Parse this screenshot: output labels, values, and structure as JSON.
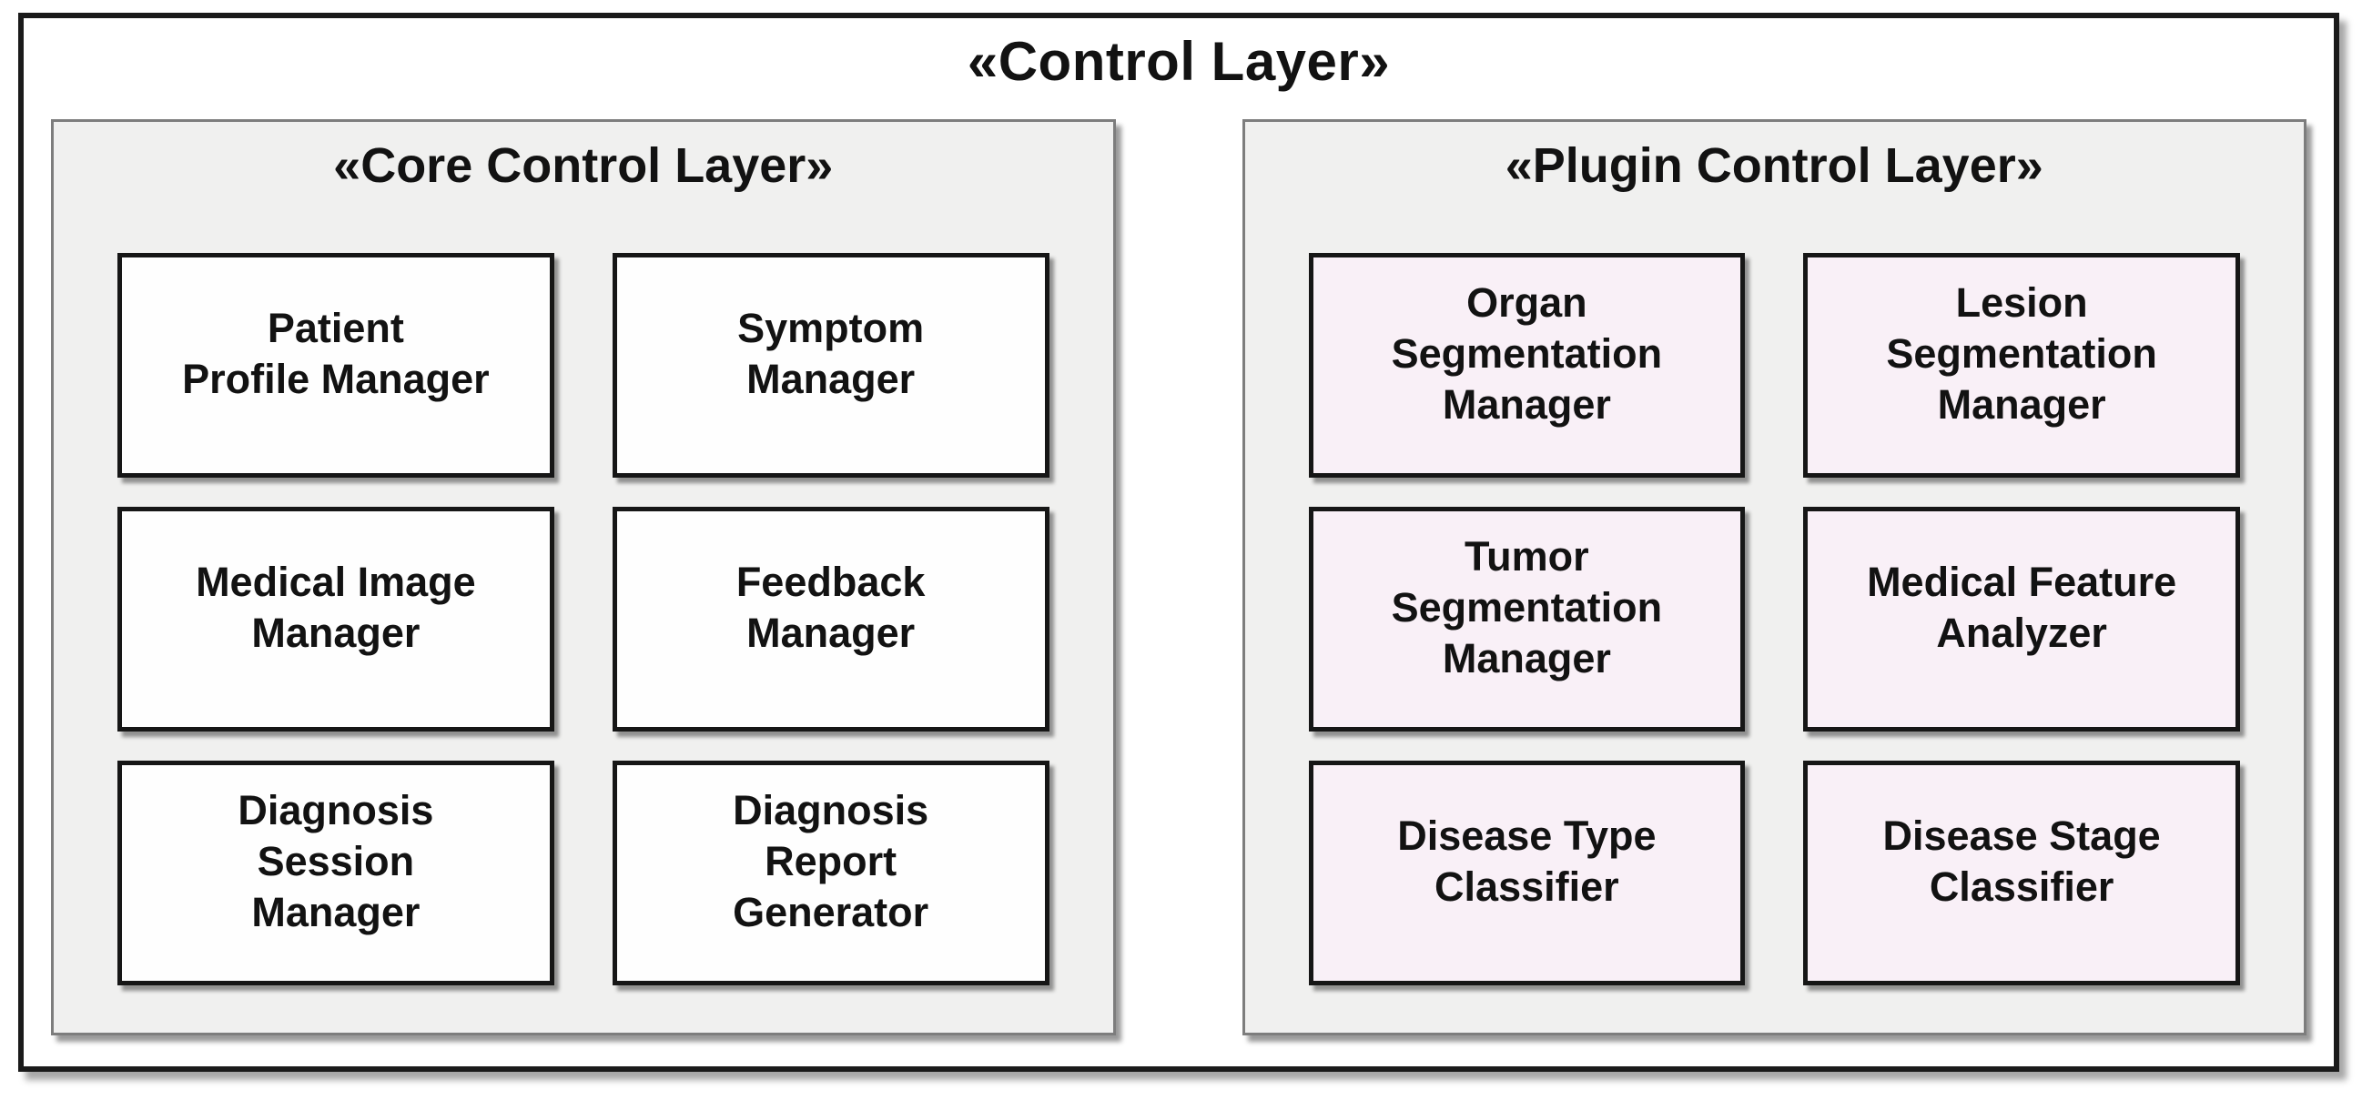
{
  "diagram": {
    "title": "«Control Layer»",
    "panels": [
      {
        "title": "«Core Control Layer»",
        "boxes": [
          {
            "label": "Patient\nProfile Manager"
          },
          {
            "label": "Symptom\nManager"
          },
          {
            "label": "Medical Image\nManager"
          },
          {
            "label": "Feedback\nManager"
          },
          {
            "label": "Diagnosis\nSession\nManager"
          },
          {
            "label": "Diagnosis\nReport\nGenerator"
          }
        ]
      },
      {
        "title": "«Plugin Control Layer»",
        "boxes": [
          {
            "label": "Organ\nSegmentation\nManager"
          },
          {
            "label": "Lesion\nSegmentation\nManager"
          },
          {
            "label": "Tumor\nSegmentation\nManager"
          },
          {
            "label": "Medical Feature\nAnalyzer"
          },
          {
            "label": "Disease Type\nClassifier"
          },
          {
            "label": "Disease Stage\nClassifier"
          }
        ]
      }
    ]
  },
  "colors": {
    "outer_border": "#1a1a1a",
    "panel_bg": "#f0f0ef",
    "panel_border": "#7d7d7d",
    "core_box_bg": "#fefefe",
    "plugin_box_bg": "#f9f0f7",
    "box_border": "#161616",
    "text": "#121212"
  }
}
